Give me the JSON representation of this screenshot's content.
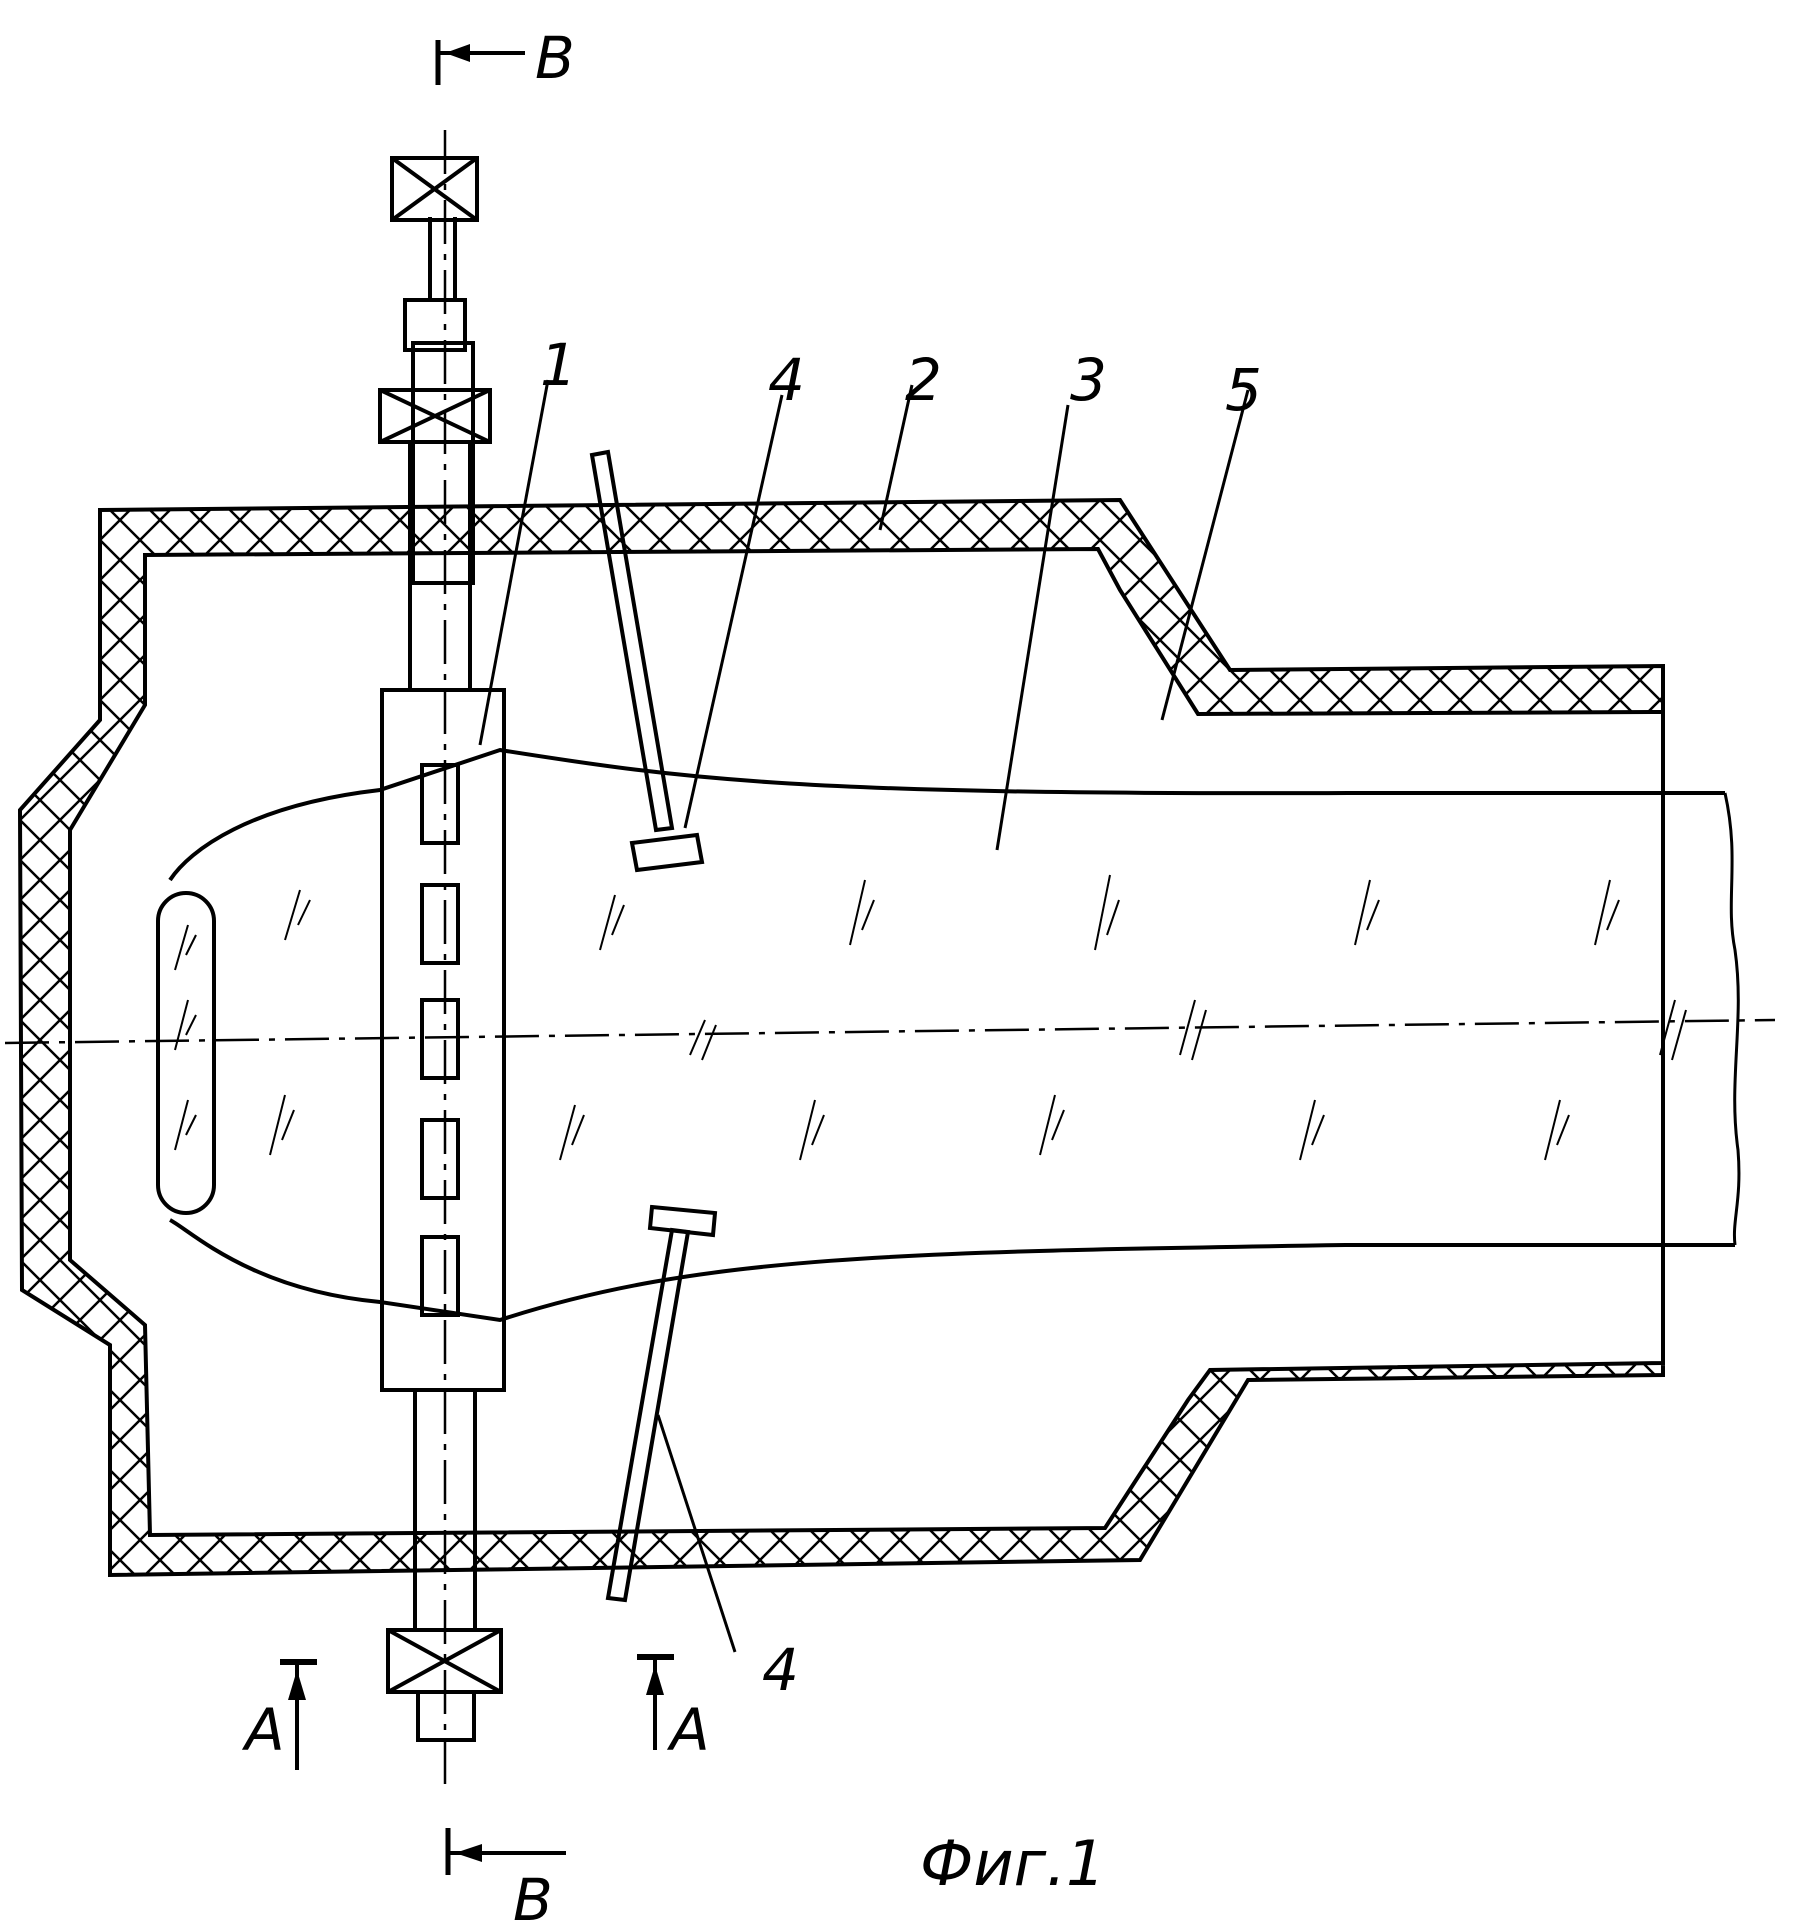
{
  "figure": {
    "caption": "Фиг.1",
    "section_labels": {
      "top_B": "B",
      "bottom_B": "B",
      "left_A": "A",
      "right_A": "A"
    },
    "callouts": {
      "c1": "1",
      "c2": "2",
      "c3": "3",
      "c4_top": "4",
      "c4_bottom": "4",
      "c5": "5"
    }
  }
}
